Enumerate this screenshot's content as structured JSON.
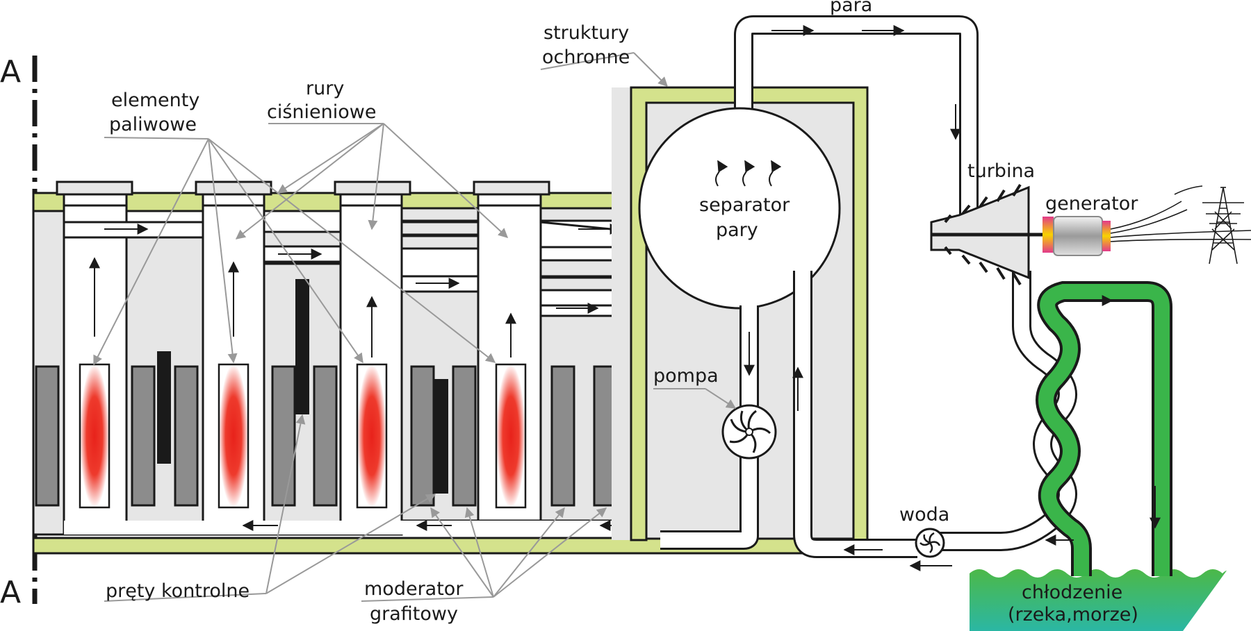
{
  "section_marks": {
    "top": "A",
    "bottom": "A"
  },
  "labels": {
    "fuel_elements": [
      "elementy",
      "paliwowe"
    ],
    "pressure_tubes": [
      "rury",
      "ciśnieniowe"
    ],
    "protective_structures": [
      "struktury",
      "ochronne"
    ],
    "steam": "para",
    "steam_separator": [
      "separator",
      "pary"
    ],
    "turbine": "turbina",
    "generator": "generator",
    "pump": "pompa",
    "water": "woda",
    "control_rods": "pręty kontrolne",
    "graphite_moderator": [
      "moderator",
      "grafitowy"
    ],
    "cooling": [
      "chłodzenie",
      "(rzeka,morze)"
    ]
  },
  "colors": {
    "shield": "#d4e28c",
    "interior": "#e6e6e6",
    "pipe_outline": "#1a1a1a",
    "moderator": "#8c8c8c",
    "control_rod": "#1a1a1a",
    "fuel_glow": "#e8221b",
    "cooling_pipe": "#3ab54a",
    "cooling_water_top": "#4cb848",
    "cooling_water_bottom": "#2bb7a4",
    "leader": "#999999"
  },
  "icons": [
    "pump-impeller-icon",
    "water-pump-icon",
    "power-pylon-icon",
    "generator-icon",
    "turbine-icon"
  ]
}
